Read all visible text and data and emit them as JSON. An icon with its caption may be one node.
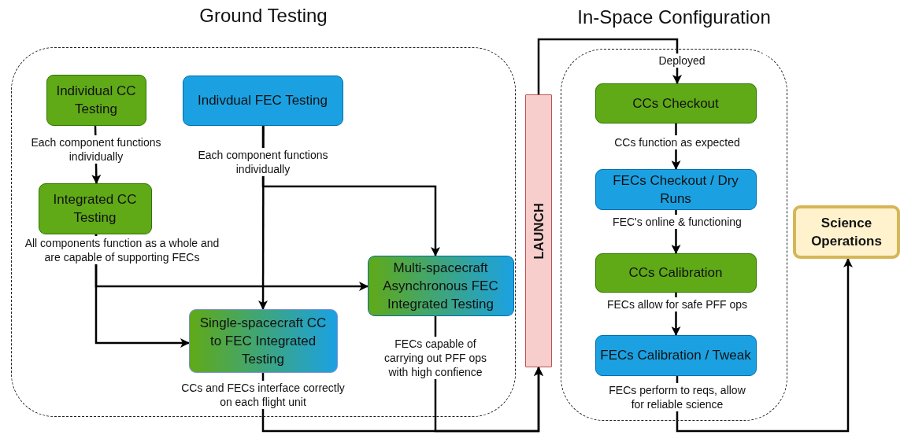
{
  "diagram": {
    "nodes": [
      {
        "text": [
          "Ground Testing"
        ]
      },
      {
        "text": [
          "Individual CC Testing"
        ],
        "in": 0
      },
      {
        "text": [
          "Indivdual FEC Testing"
        ],
        "in": 0
      },
      {
        "text": [
          "Integrated CC Testing"
        ],
        "in": 0
      },
      {
        "text": [
          "Multi-spacecraft Asynchronous FEC Integrated Testing"
        ],
        "in": 0
      },
      {
        "text": [
          "Single-spacecraft CC to FEC Integrated Testing"
        ],
        "in": 0
      },
      {
        "text": [
          "LAUNCH"
        ]
      },
      {
        "text": [
          "In-Space Configuration"
        ]
      },
      {
        "text": [
          "CCs Checkout"
        ],
        "in": 7
      },
      {
        "text": [
          "FECs Checkout / Dry Runs"
        ],
        "in": 7
      },
      {
        "text": [
          "CCs Calibration"
        ],
        "in": 7
      },
      {
        "text": [
          "FECs Calibration / Tweak"
        ],
        "in": 7
      },
      {
        "text": [
          "Science Operations"
        ]
      }
    ],
    "edges": [
      {
        "from": 1,
        "to": 3,
        "arrow": "to",
        "label": "Each component functions individually"
      },
      {
        "from": 2,
        "to": 5,
        "arrow": "to",
        "label": "Each component functions individually"
      },
      {
        "from": 2,
        "to": 4,
        "arrow": "to"
      },
      {
        "from": 3,
        "to": 4,
        "arrow": "to",
        "label": "All components function as a whole and are capable of supporting FECs"
      },
      {
        "from": 3,
        "to": 5,
        "arrow": "to"
      },
      {
        "from": 5,
        "to": 6,
        "arrow": "to",
        "label": "CCs and FECs interface correctly on each flight unit"
      },
      {
        "from": 4,
        "to": 6,
        "arrow": "to",
        "label": "FECs capable of carrying out PFF ops with high confience"
      },
      {
        "from": 6,
        "to": 8,
        "arrow": "to",
        "label": "Deployed"
      },
      {
        "from": 8,
        "to": 9,
        "arrow": "to",
        "label": "CCs function as expected"
      },
      {
        "from": 9,
        "to": 10,
        "arrow": "to",
        "label": "FEC's online & functioning"
      },
      {
        "from": 10,
        "to": 11,
        "arrow": "to",
        "label": "FECs allow for safe PFF ops"
      },
      {
        "from": 11,
        "to": 12,
        "arrow": "to",
        "label": "FECs perform to reqs, allow for reliable science"
      }
    ]
  }
}
